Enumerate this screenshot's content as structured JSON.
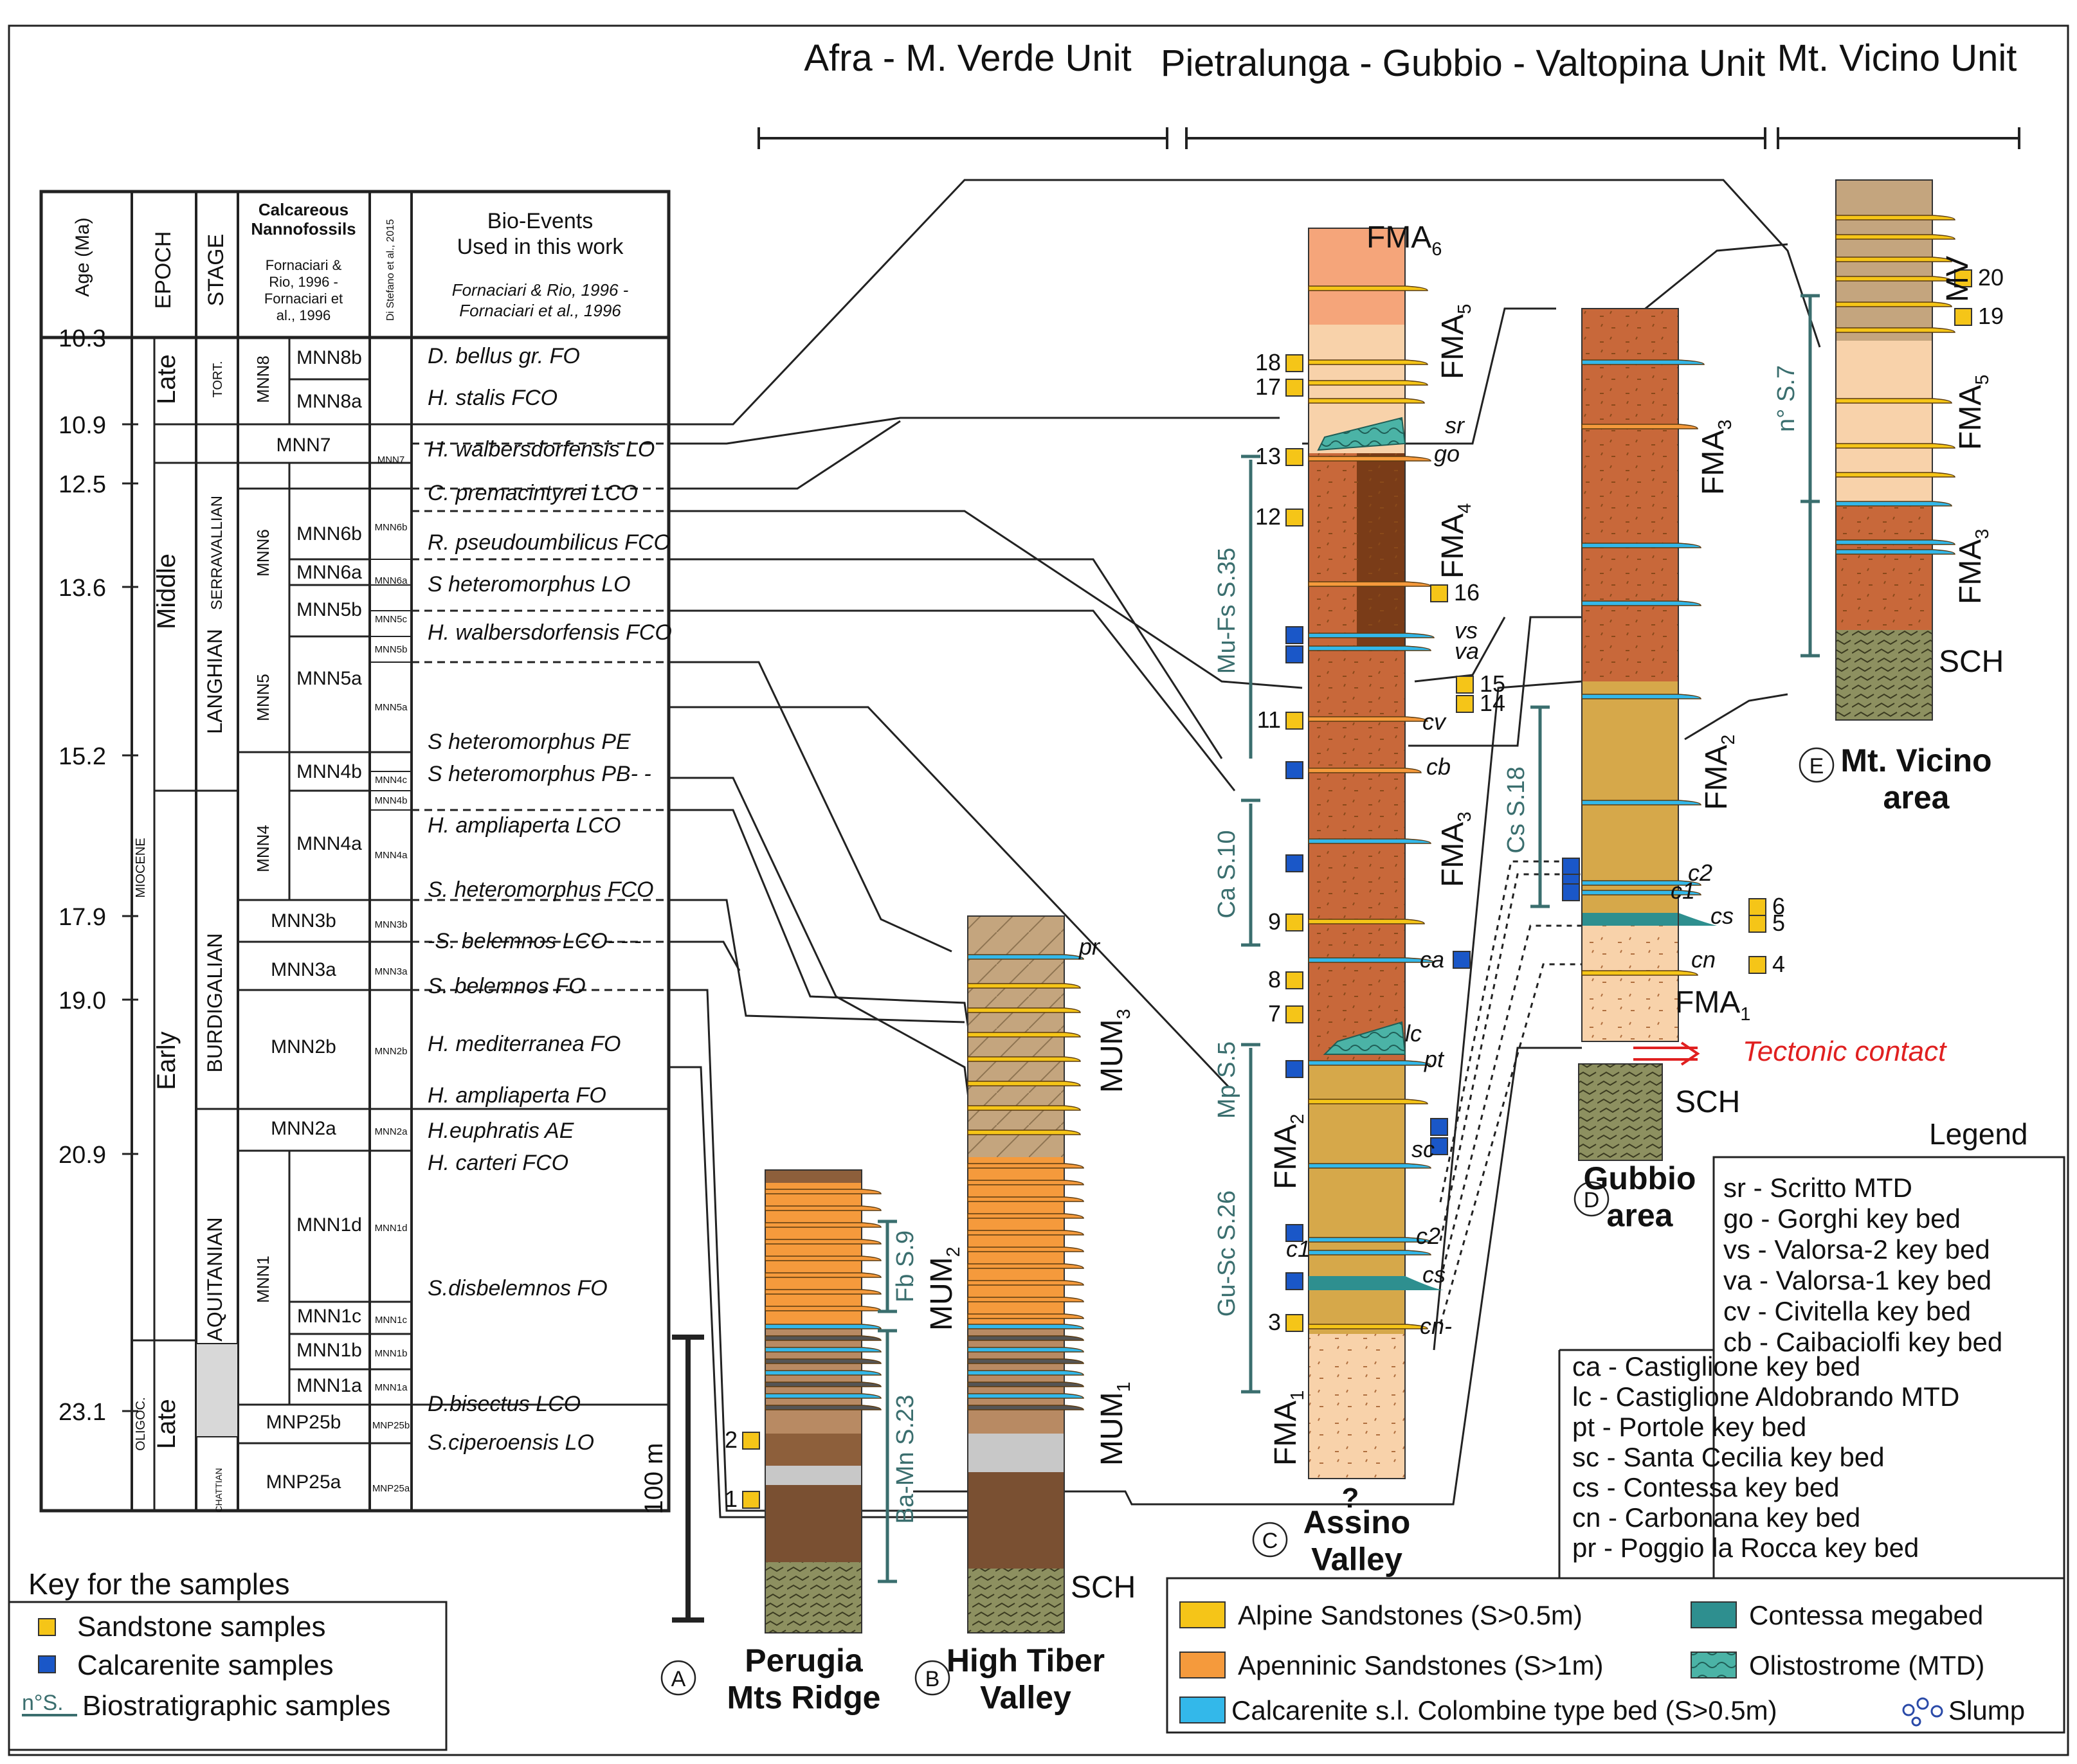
{
  "units": {
    "afra": "Afra - M.\nVerde Unit",
    "pietralunga": "Pietralunga - Gubbio\n- Valtopina Unit",
    "vicino": "Mt. Vicino\nUnit"
  },
  "table": {
    "headers": {
      "age": "Age\n(Ma)",
      "epoch": "EPOCH",
      "stage": "STAGE",
      "nanno_title": "Calcareous\nNannofossils",
      "nanno_ref": "Fornaciari &\nRio, 1996 -\nFornaciari et\nal., 1996",
      "distefano": "Di Stefano et al., 2015",
      "bio_title": "Bio-Events\nUsed in this work",
      "bio_ref": "Fornaciari & Rio, 1996 -\nFornaciari et al., 1996"
    },
    "ages": [
      "10.3",
      "10.9",
      "12.5",
      "13.6",
      "15.2",
      "17.9",
      "19.0",
      "20.9",
      "23.1"
    ],
    "epochs": [
      "Late",
      "Middle",
      "Early",
      "Late"
    ],
    "epoch_groups": [
      "MIOCENE",
      "OLIGOC."
    ],
    "stages": [
      "TORT.",
      "SERRAVALLIAN",
      "LANGHIAN",
      "BURDIGALIAN",
      "AQUITANIAN",
      "CHATTIAN"
    ],
    "zones": [
      "MNN8",
      "MNN6",
      "MNN5",
      "MNN4",
      "MNN1"
    ],
    "subzones": [
      "MNN8b",
      "MNN8a",
      "MNN7",
      "MNN6b",
      "MNN6a",
      "MNN5b",
      "MNN5a",
      "MNN4b",
      "MNN4a",
      "MNN3b",
      "MNN3a",
      "MNN2b",
      "MNN2a",
      "MNN1d",
      "MNN1c",
      "MNN1b",
      "MNN1a",
      "MNP25b",
      "MNP25a"
    ],
    "ds_zones": [
      "MNN7",
      "MNN6b",
      "MNN6a",
      "MNN5c",
      "MNN5b",
      "MNN5a",
      "MNN4c",
      "MNN4b",
      "MNN4a",
      "MNN3b",
      "MNN3a",
      "MNN2b",
      "MNN2a",
      "MNN1d",
      "MNN1c",
      "MNN1b",
      "MNN1a",
      "MNP25b",
      "MNP25a"
    ],
    "bioevents": [
      "D. bellus gr. FO",
      "H. stalis FCO",
      "H. walbersdorfensis LO",
      "C. premacintyrei LCO",
      "R. pseudoumbilicus FCO",
      "S heteromorphus LO",
      "H. walbersdorfensis FCO",
      "S heteromorphus PE",
      "S heteromorphus PB- -",
      "H. ampliaperta LCO",
      "S. heteromorphus FCO",
      "-S. belemnos LCO- - -",
      "S. belemnos FO",
      "H. mediterranea FO",
      "H. ampliaperta FO",
      "H.euphratis AE",
      "H. carteri FCO",
      "S.disbelemnos FO",
      "D.bisectus LCO",
      "S.ciperoensis LO"
    ]
  },
  "columns": {
    "A": {
      "letter": "A",
      "name": "Perugia\nMts Ridge"
    },
    "B": {
      "letter": "B",
      "name": "High Tiber\nValley"
    },
    "C": {
      "letter": "C",
      "name": "Assino\nValley"
    },
    "D": {
      "letter": "D",
      "name": "Gubbio\narea"
    },
    "E": {
      "letter": "E",
      "name": "Mt. Vicino\narea"
    }
  },
  "labels": {
    "fma6": "FMA6",
    "fma5": "FMA5",
    "fma4": "FMA4",
    "fma3": "FMA3",
    "fma2": "FMA2",
    "fma1": "FMA1",
    "mum3": "MUM3",
    "mum2": "MUM2",
    "mum1": "MUM1",
    "sch": "SCH",
    "mv": "MV",
    "question": "?",
    "tectonic": "Tectonic contact",
    "scale": "100 m"
  },
  "keybed_marks": [
    "sr",
    "go",
    "vs",
    "va",
    "cv",
    "cb",
    "ca",
    "lc",
    "pt",
    "sc",
    "c1",
    "c2",
    "cs",
    "cn-",
    "pr",
    "c2",
    "c1",
    "cs",
    "cn"
  ],
  "bio_samples": [
    "Mu-Fs S.35",
    "Ca S.10",
    "Mp S.5",
    "Gu-Sc S.26",
    "Cs S.18",
    "n° S.7",
    "Fb S.9",
    "Ba-Mn S.23"
  ],
  "sample_numbers": [
    "1",
    "2",
    "3",
    "4",
    "5",
    "6",
    "7",
    "8",
    "9",
    "11",
    "12",
    "13",
    "14",
    "15",
    "16",
    "17",
    "18",
    "19",
    "20"
  ],
  "key_samples": {
    "title": "Key for the samples",
    "items": [
      "Sandstone samples",
      "Calcarenite samples",
      "Biostratigraphic samples"
    ],
    "bio_symbol": "n°S."
  },
  "legend": {
    "title": "Legend",
    "abbrev": [
      "sr - Scritto MTD",
      "go - Gorghi key bed",
      "vs - Valorsa-2 key bed",
      "va - Valorsa-1 key bed",
      "cv - Civitella key bed",
      "cb - Caibaciolfi key bed",
      "ca - Castiglione key bed",
      "lc - Castiglione Aldobrando MTD",
      "pt - Portole key bed",
      "sc - Santa Cecilia key bed",
      "cs - Contessa key bed",
      "cn - Carbonana key bed",
      "pr - Poggio la Rocca key bed"
    ],
    "swatches": [
      "Alpine Sandstones (S>0.5m)",
      "Contessa  megabed",
      "Apenninic Sandstones (S>1m)",
      "Olistostrome (MTD)",
      "Calcarenite s.l. Colombine type bed (S>0.5m)",
      "Slump"
    ]
  },
  "colors": {
    "alpine": "#f5c518",
    "apenninic": "#f59a3c",
    "calcarenite": "#33b8ea",
    "contessa": "#2e8f8f",
    "fma_dark": "#c8683a",
    "fma_light": "#f8d2aa",
    "fma2": "#d6a84a",
    "mum": "#c4a57e",
    "sch": "#8d9060",
    "blue_sample": "#1a57c8",
    "bio_line": "#3a6e6e",
    "tectonic": "#e02020"
  }
}
